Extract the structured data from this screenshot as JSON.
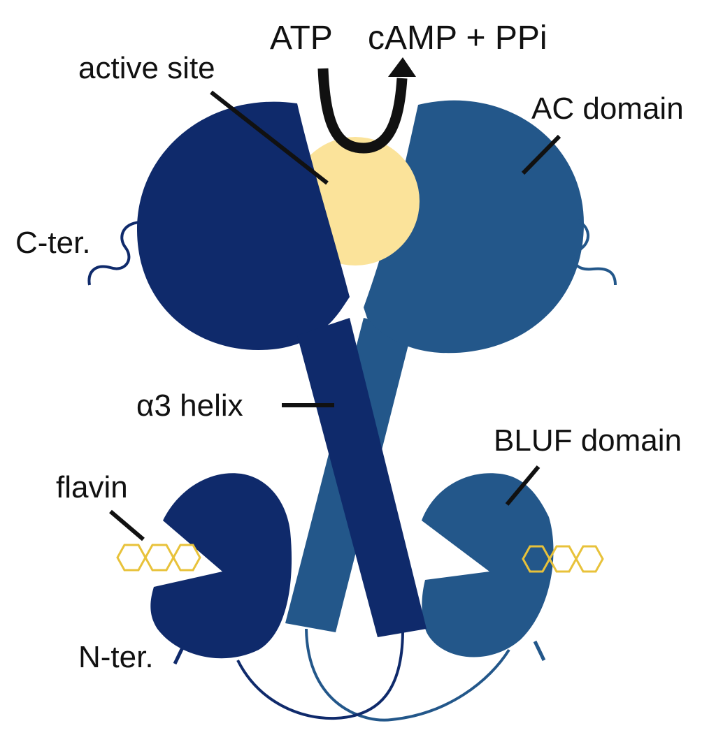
{
  "labels": {
    "atp": "ATP",
    "products": "cAMP + PPi",
    "active_site": "active site",
    "ac_domain": "AC domain",
    "c_ter": "C-ter.",
    "alpha3_helix": "α3 helix",
    "bluf_domain": "BLUF domain",
    "flavin": "flavin",
    "n_ter": "N-ter."
  },
  "colors": {
    "subunit_dark": "#0f2a6b",
    "subunit_light": "#23578a",
    "active_site": "#fbe39a",
    "flavin": "#e8c23a",
    "text": "#111111"
  }
}
